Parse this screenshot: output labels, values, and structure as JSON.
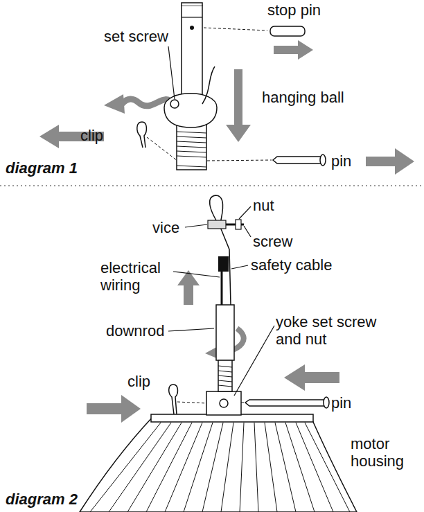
{
  "diagram": {
    "labels": [
      "stop pin",
      "set screw",
      "hanging ball",
      "clip",
      "pin",
      "diagram 1",
      "nut",
      "vice",
      "screw",
      "electrical wiring",
      "safety cable",
      "downrod",
      "yoke set screw and nut",
      "clip",
      "pin",
      "motor housing",
      "diagram 2"
    ]
  }
}
